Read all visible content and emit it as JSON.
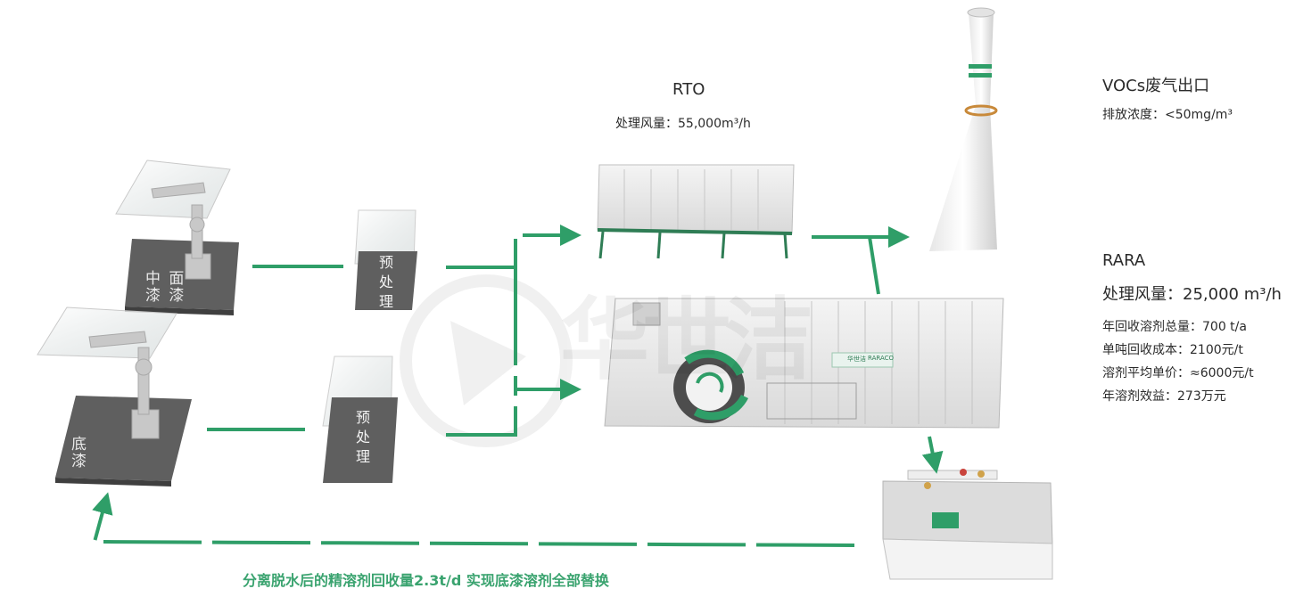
{
  "stations": [
    {
      "name": "中面漆",
      "line1": "中 面",
      "line2": "漆 漆"
    },
    {
      "name": "底漆",
      "line1": "底",
      "line2": "漆"
    }
  ],
  "pretreatment": {
    "chars": [
      "预",
      "处",
      "理"
    ]
  },
  "rto": {
    "title": "RTO",
    "flow": "处理风量：55,000m³/h"
  },
  "outlet": {
    "title": "VOCs废气出口",
    "concentration": "排放浓度：<50mg/m³"
  },
  "rara": {
    "title": "RARA",
    "flow": "处理风量：25,000 m³/h",
    "stats": [
      "年回收溶剂总量：700 t/a",
      "单吨回收成本：2100元/t",
      "溶剂平均单价：≈6000元/t",
      "年溶剂效益：273万元"
    ]
  },
  "machine_logo": {
    "brand": "华世洁",
    "sub": "RARACO"
  },
  "watermark": "华世洁",
  "footer": "分离脱水后的精溶剂回收量2.3t/d 实现底漆溶剂全部替换",
  "colors": {
    "accent": "#2f9e68",
    "text_green": "#3aa36f",
    "pad": "#5f5f5f"
  }
}
